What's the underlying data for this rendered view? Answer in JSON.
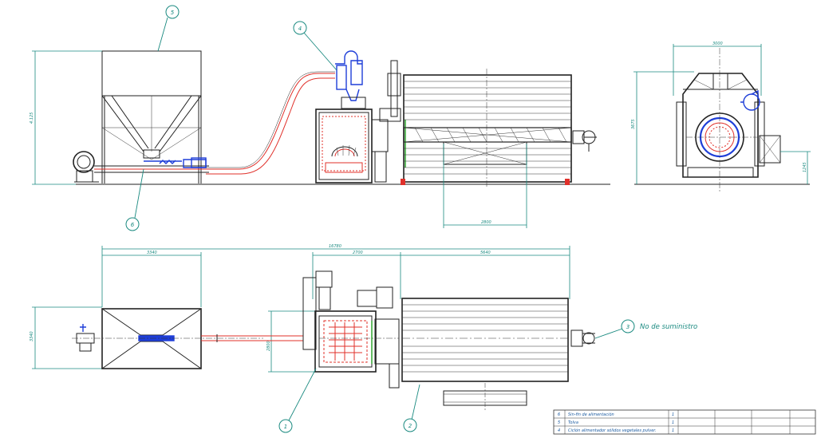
{
  "drawing": {
    "callouts": [
      "1",
      "2",
      "3",
      "4",
      "5",
      "6"
    ],
    "note_no_supply": "No de suministro",
    "dimensions": {
      "hopper_height": "4.125",
      "furnace_width": "2800",
      "end_view_width": "3000",
      "end_view_height": "3675",
      "end_view_small": "1245",
      "total_length": "16780",
      "hopper_width_plan": "3340",
      "furnace_section": "2700",
      "drum_length": "5640",
      "hopper_depth_plan": "3340",
      "furnace_depth_plan": "2800"
    }
  },
  "bom": {
    "rows": [
      {
        "num": "6",
        "desc": "Sin-fin de alimentación",
        "qty": "1"
      },
      {
        "num": "5",
        "desc": "Tolva",
        "qty": "1"
      },
      {
        "num": "4",
        "desc": "Ciclón alimentador sólidos vegetales pulver.",
        "qty": "1"
      }
    ]
  },
  "colors": {
    "dimension": "#1a8a80",
    "outline": "#222222",
    "refractory": "#e0302a",
    "cyclone": "#1e3ed8",
    "seal": "#22a022"
  }
}
